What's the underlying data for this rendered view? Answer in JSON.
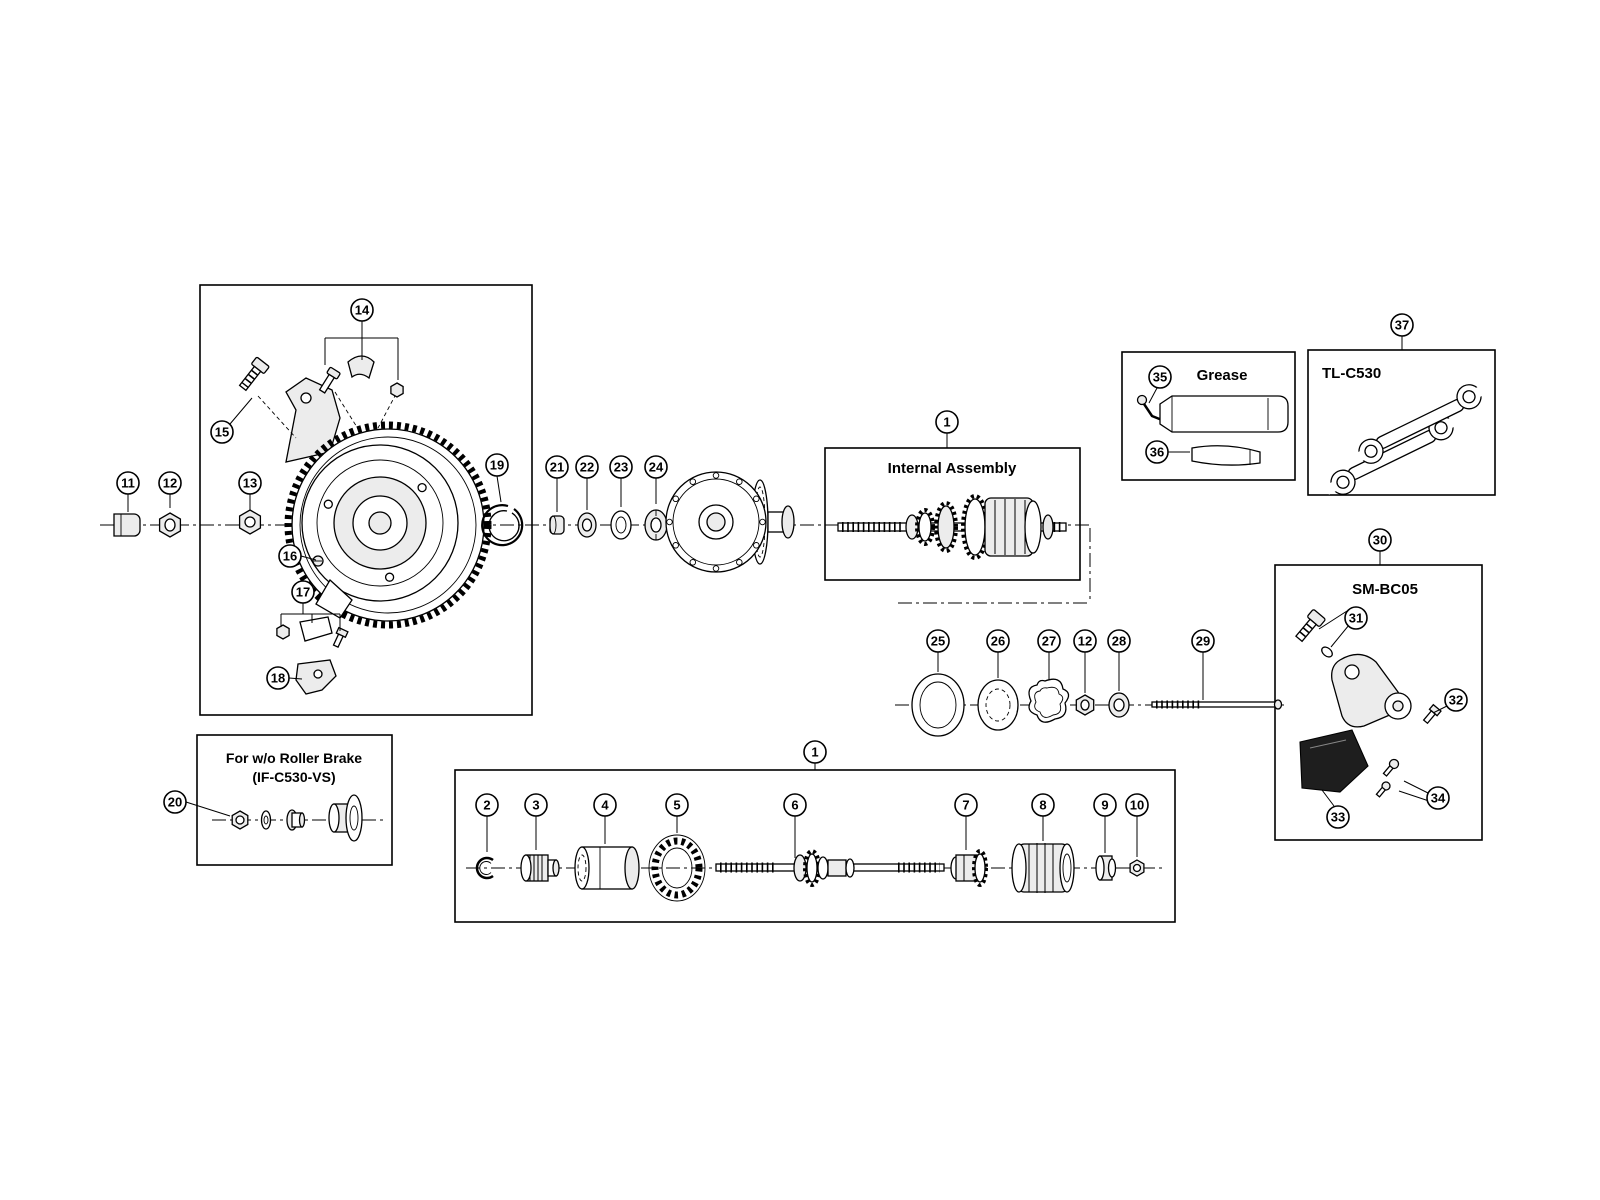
{
  "page": {
    "background": "#ffffff",
    "line_color": "#000000"
  },
  "labels": {
    "internal_assembly": "Internal Assembly",
    "grease": "Grease",
    "tl_c530": "TL-C530",
    "sm_bc05": "SM-BC05",
    "roller_brake_line1": "For w/o Roller Brake",
    "roller_brake_line2": "(IF-C530-VS)"
  },
  "callouts": {
    "c1": "1",
    "c2": "2",
    "c3": "3",
    "c4": "4",
    "c5": "5",
    "c6": "6",
    "c7": "7",
    "c8": "8",
    "c9": "9",
    "c10": "10",
    "c11": "11",
    "c12": "12",
    "c13": "13",
    "c14": "14",
    "c15": "15",
    "c16": "16",
    "c17": "17",
    "c18": "18",
    "c19": "19",
    "c20": "20",
    "c21": "21",
    "c22": "22",
    "c23": "23",
    "c24": "24",
    "c25": "25",
    "c26": "26",
    "c27": "27",
    "c28": "28",
    "c29": "29",
    "c30": "30",
    "c31": "31",
    "c32": "32",
    "c33": "33",
    "c34": "34",
    "c35": "35",
    "c36": "36",
    "c37": "37"
  }
}
